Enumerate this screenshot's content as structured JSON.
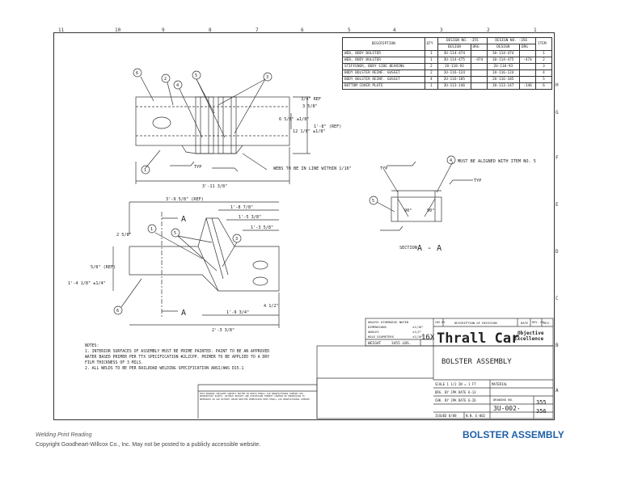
{
  "zones_top": [
    "11",
    "10",
    "9",
    "8",
    "7",
    "6",
    "5",
    "4",
    "3",
    "2",
    "1"
  ],
  "zones_side": [
    "H",
    "G",
    "F",
    "E",
    "D",
    "C",
    "B",
    "A"
  ],
  "bom": {
    "headers": {
      "description": "DESCRIPTION",
      "qty": "QTY",
      "design_355": "DESIGN NO. -355",
      "design_356": "DESIGN NO. -356",
      "design": "DESIGN",
      "drg": "DRG",
      "item": "ITEM"
    },
    "rows": [
      {
        "description": "WEB, BODY BOLSTER",
        "qty": "1",
        "d355": "3U-114-474",
        "drg355": "",
        "d356": "3U-114-474",
        "drg356": "",
        "item": "1"
      },
      {
        "description": "WEB, BODY BOLSTER",
        "qty": "1",
        "d355": "3U-114-475",
        "drg355": "-474",
        "d356": "3U-114-475",
        "drg356": "-474",
        "item": "2"
      },
      {
        "description": "STIFFENER, BODY SIDE BEARING",
        "qty": "2",
        "d355": "2U-118-93",
        "drg355": "",
        "d356": "2U-118-93",
        "drg356": "",
        "item": "3"
      },
      {
        "description": "BODY BOLSTER REINF. GUSSET",
        "qty": "2",
        "d355": "1U-116-124",
        "drg355": "",
        "d356": "1U-116-124",
        "drg356": "",
        "item": "4"
      },
      {
        "description": "BODY BOLSTER REINF. GUSSET",
        "qty": "4",
        "d355": "2U-116-185",
        "drg355": "",
        "d356": "2U-116-185",
        "drg356": "",
        "item": "5"
      },
      {
        "description": "BOTTOM COVER PLATE",
        "qty": "1",
        "d355": "3U-113-146",
        "drg355": "",
        "d356": "3U-113-147",
        "drg356": "-146",
        "item": "6"
      }
    ]
  },
  "top_view": {
    "dim_ref": "1'-8\" (REF)",
    "dim_width": "3'-11 3/8\"",
    "dim_a": "3/4\" REF",
    "dim_b": "3 5/8\"",
    "dim_c": "6 5/8\" ±1/8\"",
    "dim_d": "12 1/8\" ±1/8\"",
    "weld_note": "WEBS TO BE IN LINE WITHIN 1/16\"",
    "typ": "TYP",
    "callouts": [
      "6",
      "2",
      "4",
      "5",
      "3",
      "1"
    ]
  },
  "front_view": {
    "dim_ref": "3'-9 5/8\" (REF)",
    "dim_1": "1'-8 7/8\"",
    "dim_2": "1'-5 3/8\"",
    "dim_3": "1'-3 5/8\"",
    "dim_4": "2 5/8\"",
    "dim_5": "5/8\" (REF)",
    "dim_6": "1'-4 1/8\" ±1/4\"",
    "dim_7": "1'-9 3/4\"",
    "dim_8": "2'-3 3/8\"",
    "dim_9": "4 1/2\"",
    "section_mark": "A",
    "callouts": [
      "1",
      "5",
      "3",
      "6"
    ]
  },
  "section_view": {
    "label": "SECTION",
    "letter": "A - A",
    "note": "MUST BE ALIGNED WITH ITEM NO. 5",
    "typ": "TYP",
    "angle": "90°",
    "callouts": [
      "4",
      "5"
    ]
  },
  "notes": {
    "title": "NOTES:",
    "items": [
      "1. INTERIOR SURFACES OF ASSEMBLY MUST BE PRIME PAINTED. PAINT TO BE AN APPROVED WATER BASED PRIMER PER TTX SPECIFICATION #2LZCPP. PRIMER TO BE APPLIED TO A DRY FILM THICKNESS OF 3 MILS.",
      "2. ALL WELDS TO BE PER RAILROAD WELDING SPECIFICATION ANSI/AWS D15.1"
    ]
  },
  "title_block": {
    "tolerance_header": "UNLESS OTHERWISE NOTED",
    "dimensions": "DIMENSIONS",
    "angles": "ANGLES",
    "holes": "HOLE DIAMETERS",
    "tol_dim": "±1/16\"",
    "tol_ang": "±1/2°",
    "tol_hole": "±1/16\"",
    "weight_label": "WEIGHT",
    "weight_value": "3455 LBS.",
    "rev_letter": "16X",
    "chg_by": "CHG BY",
    "rev_desc": "DESCRIPTION OF REVISION",
    "date": "DATE",
    "rev_by": "REV. BY",
    "rev": "REV.",
    "company": "Thrall Car",
    "tagline1": "Objective",
    "tagline2": "Excellence",
    "drawing_title": "BOLSTER ASSEMBLY",
    "scale": "SCALE 1 1/2 IN = 1 FT",
    "material": "MATERIAL",
    "drg_by": "DRG. BY JPK  DATE 6-13",
    "chk_by": "CHK. BY JPK  DATE 6-26",
    "issued": "ISSUED 8/88",
    "nn": "N.N. E-002",
    "drawing_no_label": "DRAWING NO.",
    "drawing_no": "3U-002-",
    "drawing_suffix_1": "355",
    "drawing_suffix_2": "356",
    "proprietary": "THIS DRAWING INCLUDES SUBJECT MATTER IN WHICH THRALL CAR MANUFACTURING COMPANY HAS PROPRIETARY RIGHTS. WITHOUT RECEIPT AND POSSESSION THEREOF CONFERS NO PERMISSION TO REPRODUCE OR USE WITHOUT PRIOR WRITTEN PERMISSION FROM THRALL CAR MANUFACTURING COMPANY."
  },
  "footer": {
    "line1": "Welding Print Reading",
    "line2": "Copyright Goodheart-Willcox Co., Inc. May not be posted to a publicly accessible website.",
    "title": "BOLSTER ASSEMBLY"
  }
}
